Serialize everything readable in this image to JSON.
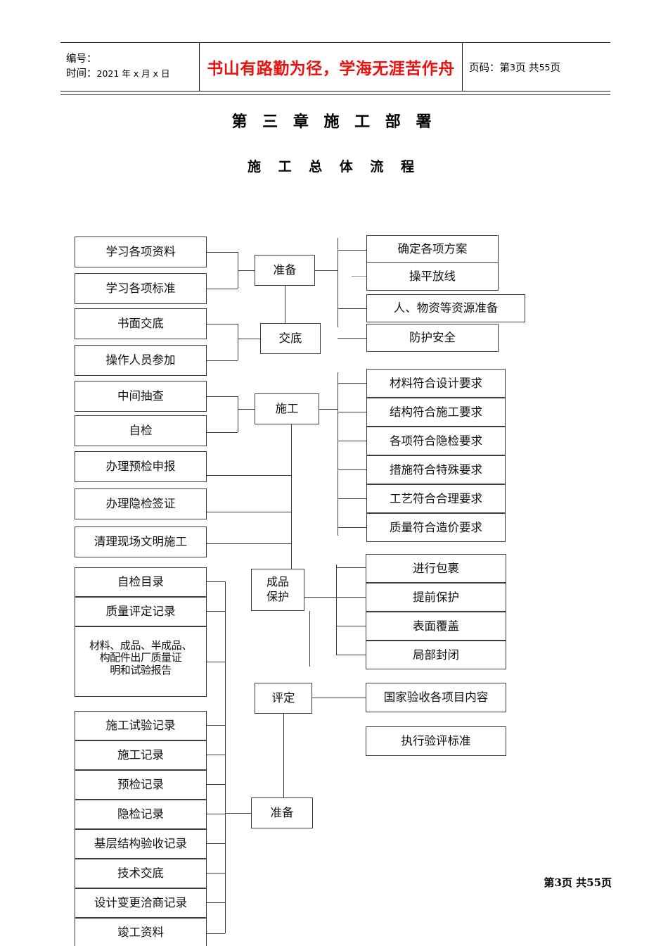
{
  "header": {
    "label_number": "编号：",
    "label_time": "时间：",
    "time_value": "2021 年 x 月 x 日",
    "motto": "书山有路勤为径，学海无涯苦作舟",
    "page_label": "页码：",
    "page_text_prefix": "第",
    "page_current": "3",
    "page_text_mid": "页 共",
    "page_total": "55",
    "page_text_suffix": "页",
    "motto_color": "#e8120e"
  },
  "titles": {
    "chapter": "第 三 章   施 工 部 署",
    "flow": "施 工 总 体 流 程"
  },
  "flowchart": {
    "stage_prepare": "准备",
    "stage_disclose": "交底",
    "stage_construct": "施工",
    "stage_protect": "成品\n保护",
    "stage_assess": "评定",
    "stage_prepare_bottom": "准备",
    "left_prepare": [
      "学习各项资料",
      "学习各项标准"
    ],
    "left_disclose": [
      "书面交底",
      "操作人员参加"
    ],
    "left_construct": [
      "中间抽查",
      "自检"
    ],
    "left_construct_direct": [
      "办理预检申报",
      "办理隐检签证",
      "清理现场文明施工"
    ],
    "right_prepare": [
      "确定各项方案",
      "操平放线",
      "人、物资等资源准备",
      "防护安全"
    ],
    "right_construct": [
      "材料符合设计要求",
      "结构符合施工要求",
      "各项符合隐检要求",
      "措施符合特殊要求",
      "工艺符合合理要求",
      "质量符合造价要求"
    ],
    "right_protect": [
      "进行包裹",
      "提前保护",
      "表面覆盖",
      "局部封闭"
    ],
    "right_assess": [
      "国家验收各项目内容",
      "执行验评标准"
    ],
    "documents": [
      "自检目录",
      "质量评定记录",
      "材料、成品、半成品、\n构配件出厂质量证\n明和试验报告",
      "施工试验记录",
      "施工记录",
      "预检记录",
      "隐检记录",
      "基层结构验收记录",
      "技术交底",
      "设计变更洽商记录",
      "竣工资料"
    ]
  },
  "footer": {
    "prefix": "第",
    "current": "3",
    "mid": "页 共",
    "total": "55",
    "suffix": "页"
  }
}
